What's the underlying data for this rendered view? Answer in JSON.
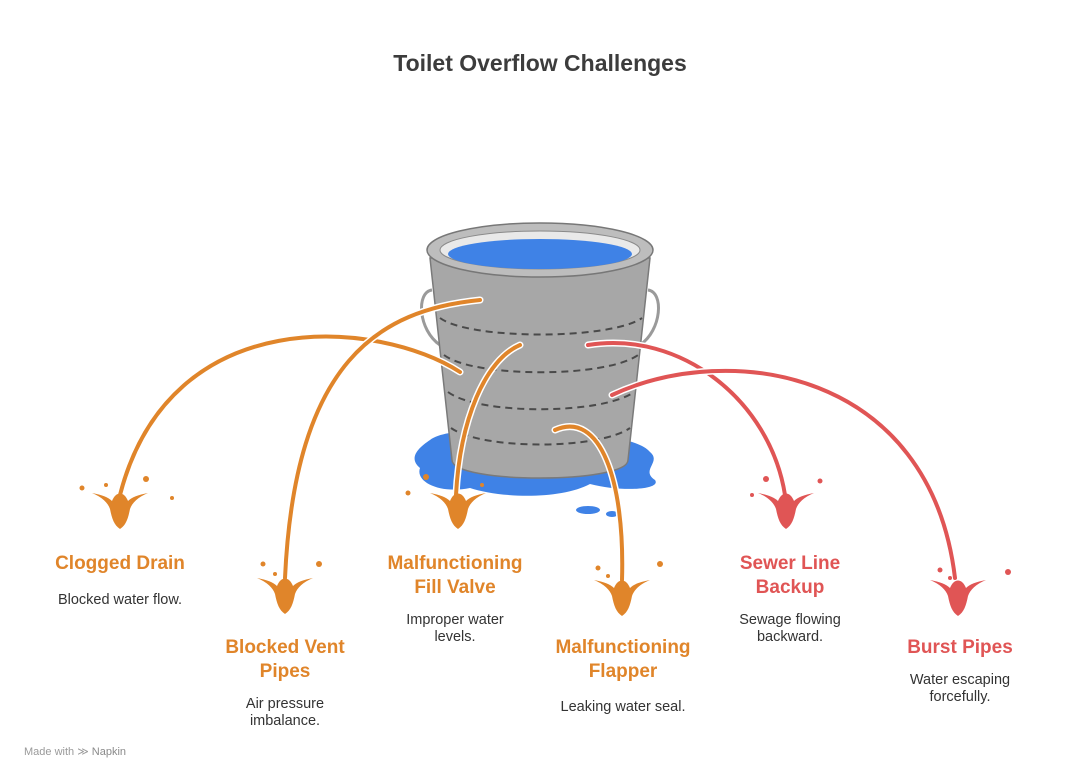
{
  "title": "Toilet Overflow Challenges",
  "colors": {
    "orange": "#E0852A",
    "red": "#E05555",
    "bucket_gray": "#a5a5a5",
    "water_blue": "#3f82e6"
  },
  "causes": [
    {
      "name": "Clogged Drain",
      "description": "Blocked water flow.",
      "color": "#E0852A"
    },
    {
      "name": "Blocked Vent Pipes",
      "description": "Air pressure imbalance.",
      "color": "#E0852A"
    },
    {
      "name": "Malfunctioning Fill Valve",
      "description": "Improper water levels.",
      "color": "#E0852A"
    },
    {
      "name": "Malfunctioning Flapper",
      "description": "Leaking water seal.",
      "color": "#E0852A"
    },
    {
      "name": "Sewer Line Backup",
      "description": "Sewage flowing backward.",
      "color": "#E05555"
    },
    {
      "name": "Burst Pipes",
      "description": "Water escaping forcefully.",
      "color": "#E05555"
    }
  ],
  "watermark": {
    "prefix": "Made with",
    "brand": "Napkin"
  }
}
